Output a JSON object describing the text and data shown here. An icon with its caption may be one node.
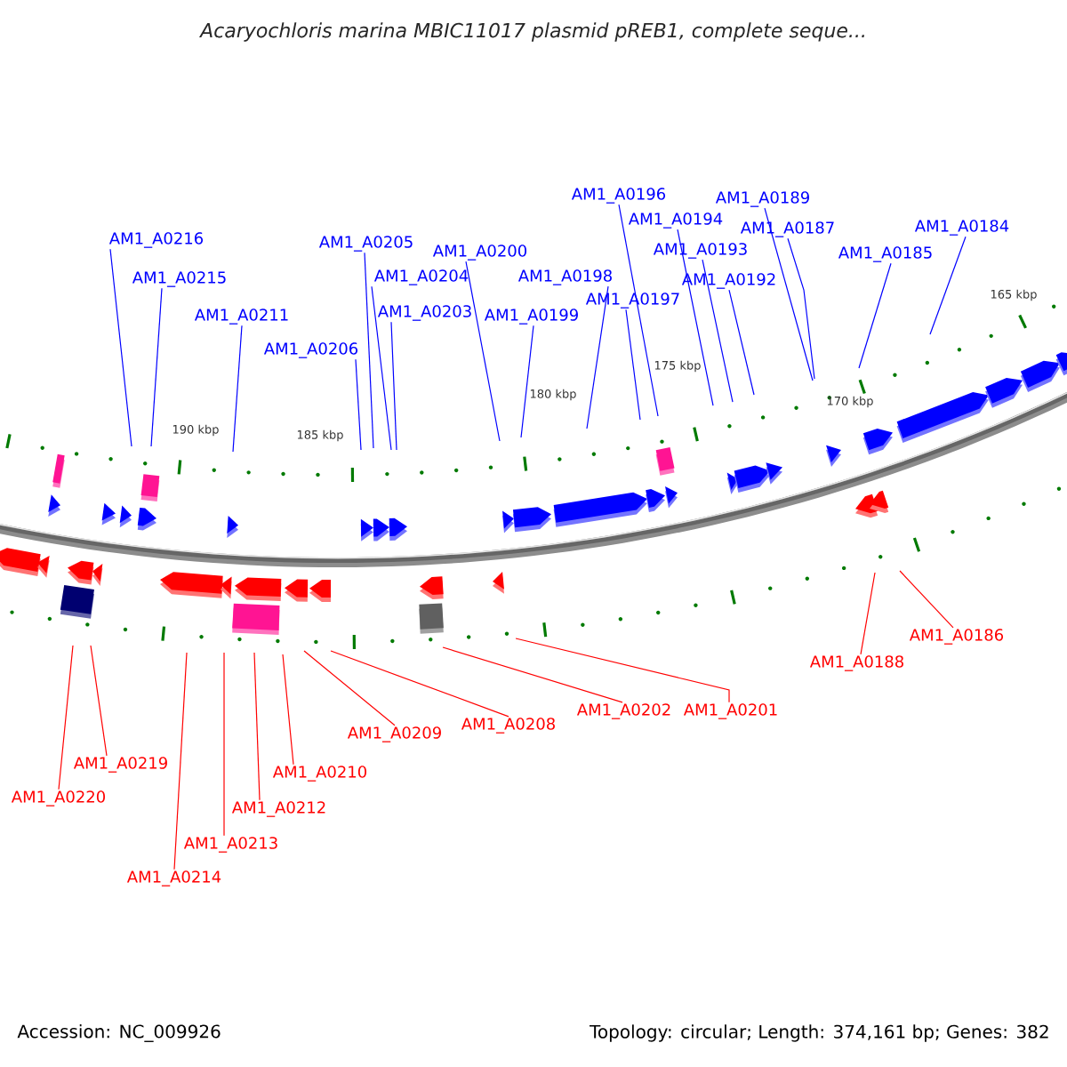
{
  "diagram": {
    "title": "Acaryochloris marina MBIC11017 plasmid pREB1, complete seque...",
    "nodes": [
      {
        "text": [
          "AM1_A0216"
        ]
      },
      {
        "text": [
          "AM1_A0215"
        ]
      },
      {
        "text": [
          "AM1_A0211"
        ]
      },
      {
        "text": [
          "AM1_A0206"
        ]
      },
      {
        "text": [
          "AM1_A0205"
        ]
      },
      {
        "text": [
          "AM1_A0204"
        ]
      },
      {
        "text": [
          "AM1_A0203"
        ]
      },
      {
        "text": [
          "AM1_A0200"
        ]
      },
      {
        "text": [
          "AM1_A0199"
        ]
      },
      {
        "text": [
          "AM1_A0198"
        ]
      },
      {
        "text": [
          "AM1_A0197"
        ]
      },
      {
        "text": [
          "AM1_A0196"
        ]
      },
      {
        "text": [
          "AM1_A0194"
        ]
      },
      {
        "text": [
          "AM1_A0193"
        ]
      },
      {
        "text": [
          "AM1_A0192"
        ]
      },
      {
        "text": [
          "AM1_A0189"
        ]
      },
      {
        "text": [
          "AM1_A0187"
        ]
      },
      {
        "text": [
          "AM1_A0185"
        ]
      },
      {
        "text": [
          "AM1_A0184"
        ]
      },
      {
        "text": [
          "AM1_A0220"
        ]
      },
      {
        "text": [
          "AM1_A0219"
        ]
      },
      {
        "text": [
          "AM1_A0214"
        ]
      },
      {
        "text": [
          "AM1_A0213"
        ]
      },
      {
        "text": [
          "AM1_A0212"
        ]
      },
      {
        "text": [
          "AM1_A0210"
        ]
      },
      {
        "text": [
          "AM1_A0209"
        ]
      },
      {
        "text": [
          "AM1_A0208"
        ]
      },
      {
        "text": [
          "AM1_A0202"
        ]
      },
      {
        "text": [
          "AM1_A0201"
        ]
      },
      {
        "text": [
          "AM1_A0188"
        ]
      },
      {
        "text": [
          "AM1_A0186"
        ]
      }
    ],
    "edges": [
      {
        "from": 0,
        "to": null,
        "arrow": "none"
      },
      {
        "from": 1,
        "to": null,
        "arrow": "none"
      },
      {
        "from": 2,
        "to": null,
        "arrow": "none"
      },
      {
        "from": 3,
        "to": null,
        "arrow": "none"
      },
      {
        "from": 4,
        "to": null,
        "arrow": "none"
      },
      {
        "from": 5,
        "to": null,
        "arrow": "none"
      },
      {
        "from": 6,
        "to": null,
        "arrow": "none"
      },
      {
        "from": 7,
        "to": null,
        "arrow": "none"
      },
      {
        "from": 8,
        "to": null,
        "arrow": "none"
      },
      {
        "from": 9,
        "to": null,
        "arrow": "none"
      },
      {
        "from": 10,
        "to": null,
        "arrow": "none"
      },
      {
        "from": 11,
        "to": null,
        "arrow": "none"
      },
      {
        "from": 12,
        "to": null,
        "arrow": "none"
      },
      {
        "from": 13,
        "to": null,
        "arrow": "none"
      },
      {
        "from": 14,
        "to": null,
        "arrow": "none"
      },
      {
        "from": 15,
        "to": null,
        "arrow": "none"
      },
      {
        "from": 16,
        "to": null,
        "arrow": "none"
      },
      {
        "from": 17,
        "to": null,
        "arrow": "none"
      },
      {
        "from": 18,
        "to": null,
        "arrow": "none"
      },
      {
        "from": 19,
        "to": null,
        "arrow": "none",
        "color": "#ff0000"
      },
      {
        "from": 20,
        "to": null,
        "arrow": "none",
        "color": "#ff0000"
      },
      {
        "from": 21,
        "to": null,
        "arrow": "none",
        "color": "#ff0000"
      },
      {
        "from": 22,
        "to": null,
        "arrow": "none",
        "color": "#ff0000"
      },
      {
        "from": 23,
        "to": null,
        "arrow": "none",
        "color": "#ff0000"
      },
      {
        "from": 24,
        "to": null,
        "arrow": "none",
        "color": "#ff0000"
      },
      {
        "from": 25,
        "to": null,
        "arrow": "none",
        "color": "#ff0000"
      },
      {
        "from": 26,
        "to": null,
        "arrow": "none",
        "color": "#ff0000"
      },
      {
        "from": 27,
        "to": null,
        "arrow": "none",
        "color": "#ff0000"
      },
      {
        "from": 28,
        "to": null,
        "arrow": "none",
        "color": "#ff0000"
      },
      {
        "from": 29,
        "to": null,
        "arrow": "none",
        "color": "#ff0000"
      },
      {
        "from": 30,
        "to": null,
        "arrow": "none",
        "color": "#ff0000"
      }
    ],
    "labels": [
      "190 kbp",
      "185 kbp",
      "180 kbp",
      "175 kbp",
      "170 kbp",
      "165 kbp",
      "Accession: NC_009926",
      "Topology: circular; Length: 374,161 bp; Genes: 382"
    ]
  }
}
